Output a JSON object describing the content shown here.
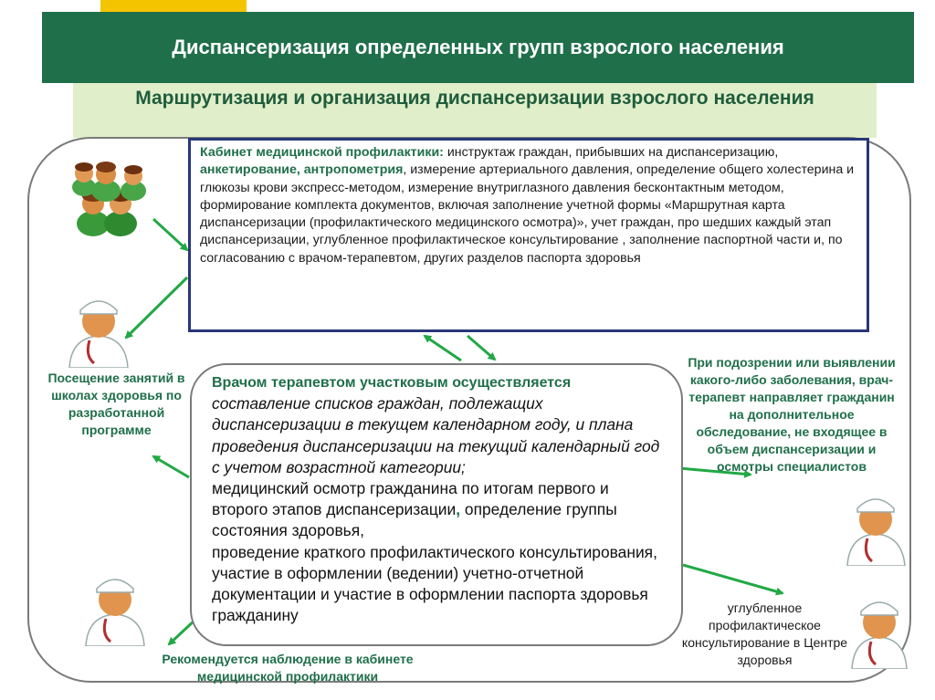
{
  "header": {
    "title": "Диспансеризация определенных групп взрослого населения"
  },
  "subheader": {
    "title": "Маршрутизация и организация диспансеризации взрослого населения"
  },
  "cabinet": {
    "lead": "Кабинет медицинской профилактики:",
    "text1": " инструктаж граждан, прибывших на диспансеризацию, ",
    "highlight": "анкетирование, антропометрия",
    "text2": ",  измерение артериального давления, определение общего холестерина и глюкозы крови экспресс-методом, измерение внутриглазного давления бесконтактным методом, формирование комплекта документов, включая заполнение учетной формы «Маршрутная карта диспансеризации (профилактического медицинского осмотра)», учет граждан, про шедших каждый этап диспансеризации, углубленное профилактическое консультирование , заполнение паспортной части и, по согласованию с врачом-терапевтом, других разделов паспорта здоровья"
  },
  "therapist": {
    "lead": "Врачом терапевтом участковым  осуществляется",
    "italic": "составление списков граждан, подлежащих диспансеризации в текущем календарном году, и плана проведения диспансеризации на текущий календарный год с учетом возрастной категории;",
    "text1": "медицинский осмотр гражданина по итогам первого и второго этапов диспансеризации",
    "comma": ",",
    "text2": " определение группы состояния здоровья,",
    "text3": "проведение краткого профилактического консультирования, участие в оформлении (ведении) учетно-отчетной документации и участие в оформлении паспорта здоровья гражданину"
  },
  "left_note": "Посещение занятий в школах здоровья по разработанной программе",
  "right_note": "При подозрении или выявлении какого-либо заболевания, врач-терапевт направляет гражданин на дополнительное обследование, не входящее в объем диспансеризации и осмотры специалистов",
  "bottom_note": "Рекомендуется наблюдение в кабинете медицинской профилактики",
  "health_center": "углубленное профилактическое консультирование  в Центре здоровья",
  "colors": {
    "header_bg": "#1f6f4a",
    "subheader_bg": "#e0efc9",
    "accent_green": "#1f6f4a",
    "box_border": "#28377a",
    "arrow_green": "#22a845"
  }
}
